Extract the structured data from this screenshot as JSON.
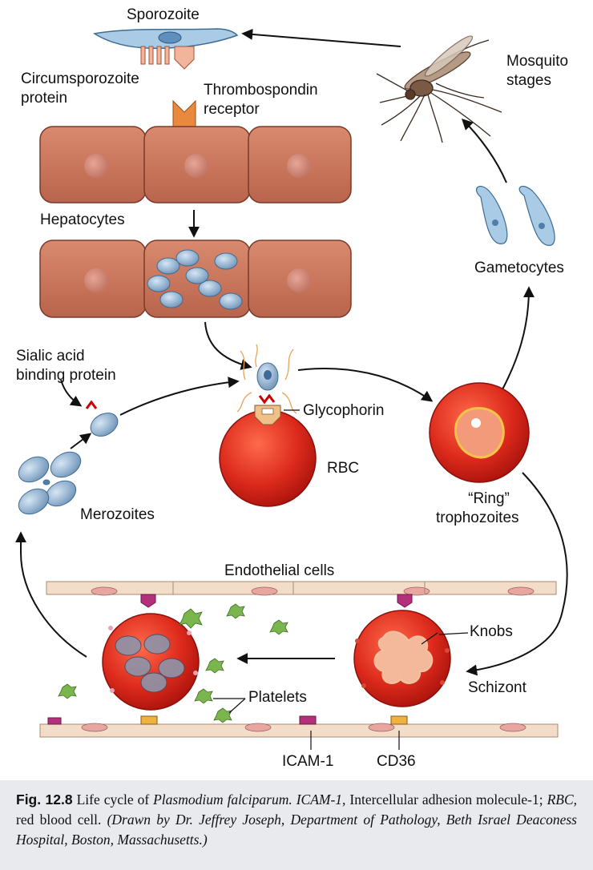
{
  "labels": {
    "sporozoite": "Sporozoite",
    "circumsporozoite_1": "Circumsporozoite",
    "circumsporozoite_2": "protein",
    "thrombospondin_1": "Thrombospondin",
    "thrombospondin_2": "receptor",
    "mosquito_1": "Mosquito",
    "mosquito_2": "stages",
    "hepatocytes": "Hepatocytes",
    "gametocytes": "Gametocytes",
    "sialic_1": "Sialic acid",
    "sialic_2": "binding protein",
    "glycophorin": "Glycophorin",
    "rbc": "RBC",
    "merozoites": "Merozoites",
    "ring_1": "“Ring”",
    "ring_2": "trophozoites",
    "endothelial": "Endothelial cells",
    "knobs": "Knobs",
    "schizont": "Schizont",
    "platelets": "Platelets",
    "icam": "ICAM-1",
    "cd36": "CD36"
  },
  "caption": {
    "fig_label": "Fig. 12.8",
    "text_1": " Life cycle of ",
    "species": "Plasmodium falciparum. ICAM-1,",
    "text_2": " Intercellular adhesion molecule-1; ",
    "rbc_abbr": "RBC,",
    "text_3": " red blood cell. ",
    "credit": "(Drawn by Dr. Jeffrey Joseph, Department of Pathology, Beth Israel Deaconess Hospital, Boston, Massachusetts.)"
  },
  "colors": {
    "hepatocyte": "#c9735a",
    "rbc": "#d8281e",
    "parasite": "#8fb4d6",
    "platelet": "#6cae4a",
    "endothelium": "#f3ddc8"
  }
}
